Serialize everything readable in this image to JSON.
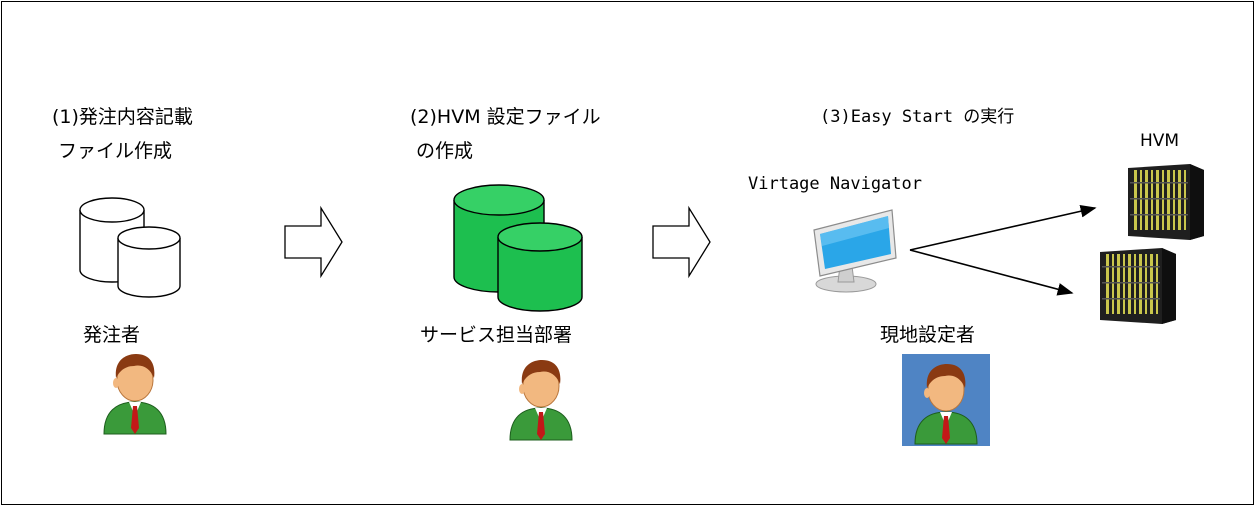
{
  "steps": [
    {
      "line1": "(1)発注内容記載",
      "line2": " ファイル作成",
      "role": "発注者"
    },
    {
      "line1": "(2)HVM 設定ファイル",
      "line2": " の作成",
      "role": "サービス担当部署"
    },
    {
      "line1": "(3)Easy Start の実行",
      "role": "現地設定者"
    }
  ],
  "navigator_label": "Virtage Navigator",
  "hvm_label": "HVM",
  "colors": {
    "db_green": "#1dbf4f",
    "db_dark": "#0e8a33",
    "monitor_blue": "#2aa6e8",
    "person_bg_blue": "#4f84c4",
    "server_stripe": "#c9c64c"
  },
  "icons": [
    "database-icon",
    "arrow-right-icon",
    "monitor-icon",
    "person-icon",
    "server-icon"
  ]
}
